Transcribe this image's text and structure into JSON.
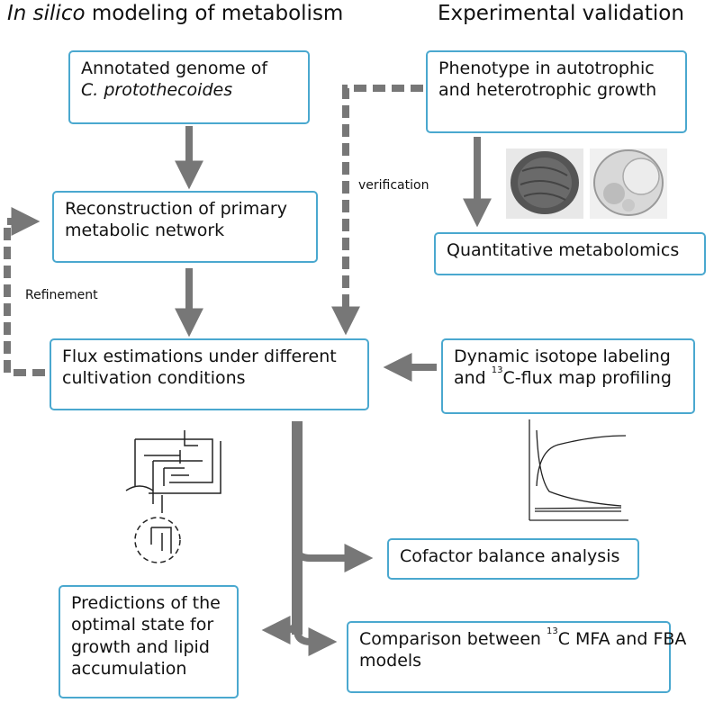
{
  "headers": {
    "left_italic": "In silico",
    "left_rest": " modeling of metabolism",
    "right": "Experimental validation"
  },
  "boxes": {
    "annotated_genome": {
      "line1": "Annotated genome  of",
      "line2": "C. protothecoides"
    },
    "reconstruction": {
      "line1": "Reconstruction of primary",
      "line2": "metabolic network"
    },
    "flux_estimations": {
      "line1": "Flux estimations under different",
      "line2": "cultivation conditions"
    },
    "phenotype": {
      "line1": "Phenotype in autotrophic",
      "line2": "and heterotrophic growth"
    },
    "metabolomics": {
      "line1": "Quantitative metabolomics"
    },
    "dynamic_isotope": {
      "line1": "Dynamic isotope labeling",
      "line2_pre": "and ",
      "line2_sup": "13",
      "line2_post": "C-flux map profiling"
    },
    "cofactor": {
      "line1": "Cofactor balance analysis"
    },
    "predictions": {
      "line1": "Predictions of the",
      "line2": "optimal state for",
      "line3": "growth and lipid",
      "line4": "accumulation"
    },
    "comparison": {
      "line1_pre": "Comparison between ",
      "line1_sup": "13",
      "line1_post": "C MFA and FBA",
      "line2": "models"
    }
  },
  "labels": {
    "verification": "verification",
    "refinement": "Refinement"
  },
  "colors": {
    "box_border": "#4aa8cf",
    "arrow": "#777777"
  },
  "icons": {
    "cells": "microscope-cell-images",
    "network": "metabolic-network-sketch",
    "plot": "flux-curve-thumbnail"
  }
}
